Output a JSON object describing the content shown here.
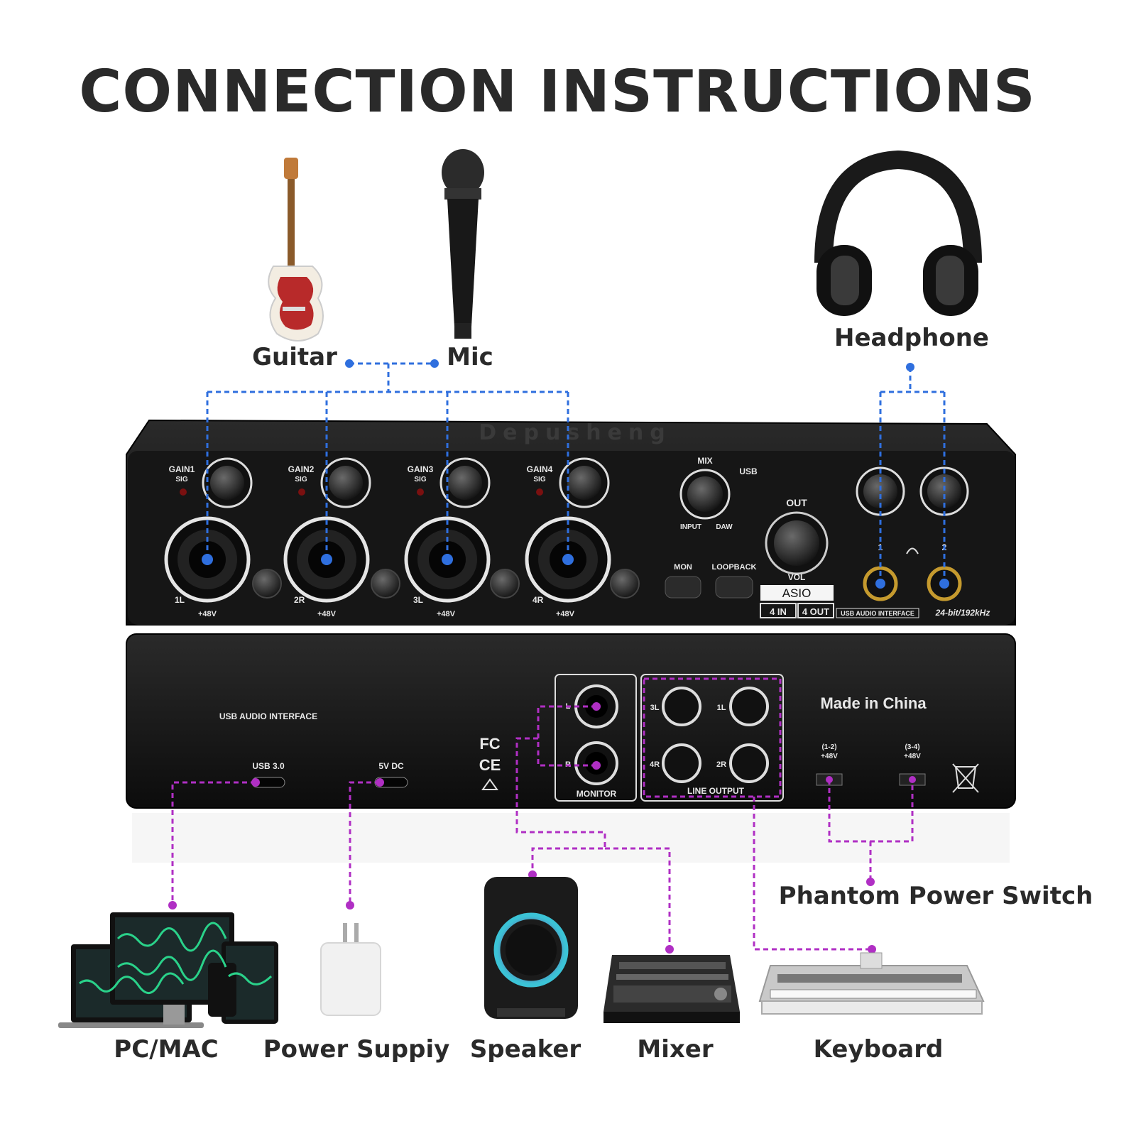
{
  "title": "CONNECTION INSTRUCTIONS",
  "brand": "Depusheng",
  "labels": {
    "guitar": "Guitar",
    "mic": "Mic",
    "headphone": "Headphone",
    "pc": "PC/MAC",
    "power": "Power Suppiy",
    "speaker": "Speaker",
    "mixer": "Mixer",
    "keyboard": "Keyboard",
    "phantom": "Phantom Power Switch"
  },
  "front": {
    "channels": [
      {
        "gain": "GAIN1",
        "sig": "SIG",
        "jack": "1L",
        "phantom": "+48V"
      },
      {
        "gain": "GAIN2",
        "sig": "SIG",
        "jack": "2R",
        "phantom": "+48V"
      },
      {
        "gain": "GAIN3",
        "sig": "SIG",
        "jack": "3L",
        "phantom": "+48V"
      },
      {
        "gain": "GAIN4",
        "sig": "SIG",
        "jack": "4R",
        "phantom": "+48V"
      }
    ],
    "mix": "MIX",
    "usb": "USB",
    "input": "INPUT",
    "daw": "DAW",
    "out": "OUT",
    "vol": "VOL",
    "mon": "MON",
    "loopback": "LOOPBACK",
    "asio": "ASIO",
    "in4": "4 IN",
    "out4": "4 OUT",
    "usb_audio": "USB AUDIO INTERFACE",
    "spec": "24-bit/192kHz",
    "hp1": "1",
    "hp2": "2"
  },
  "back": {
    "usb_audio": "USB AUDIO  INTERFACE",
    "usb3": "USB 3.0",
    "dc": "5V DC",
    "fc": "FC",
    "ce": "CE",
    "monitor": "MONITOR",
    "mon_l": "L",
    "mon_r": "R",
    "line_output": "LINE OUTPUT",
    "j3l": "3L",
    "j1l": "1L",
    "j4r": "4R",
    "j2r": "2R",
    "made": "Made in China",
    "ph12": "(1-2)",
    "ph34": "(3-4)",
    "ph12v": "+48V",
    "ph34v": "+48V"
  },
  "colors": {
    "input_line": "#2f6fde",
    "output_line": "#b02fc4",
    "panel": "#141414"
  },
  "icons": [
    "guitar-icon",
    "microphone-icon",
    "headphone-icon",
    "computer-icon",
    "power-adapter-icon",
    "speaker-icon",
    "mixer-icon",
    "keyboard-icon"
  ]
}
